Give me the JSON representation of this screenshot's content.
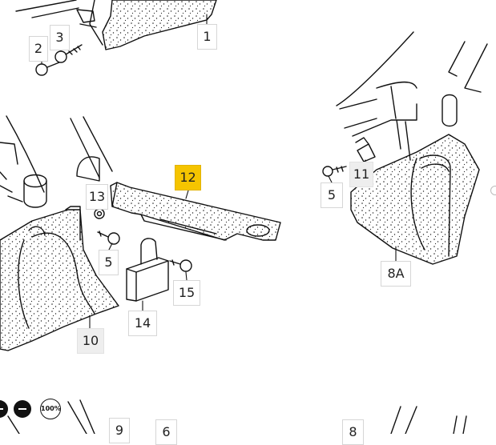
{
  "callouts": {
    "c1": "1",
    "c2": "2",
    "c3": "3",
    "c5_right": "5",
    "c11": "11",
    "c8a": "8A",
    "c12": "12",
    "c13": "13",
    "c5_left": "5",
    "c15": "15",
    "c14": "14",
    "c10": "10",
    "c9": "9",
    "c6": "6",
    "c8": "8"
  },
  "zoom": {
    "level": "100%"
  },
  "colors": {
    "highlight": "#f5c400",
    "line": "#111111"
  },
  "icons": {
    "zoom_out": "minus-icon",
    "zoom_reset": "zoom-100-icon"
  }
}
